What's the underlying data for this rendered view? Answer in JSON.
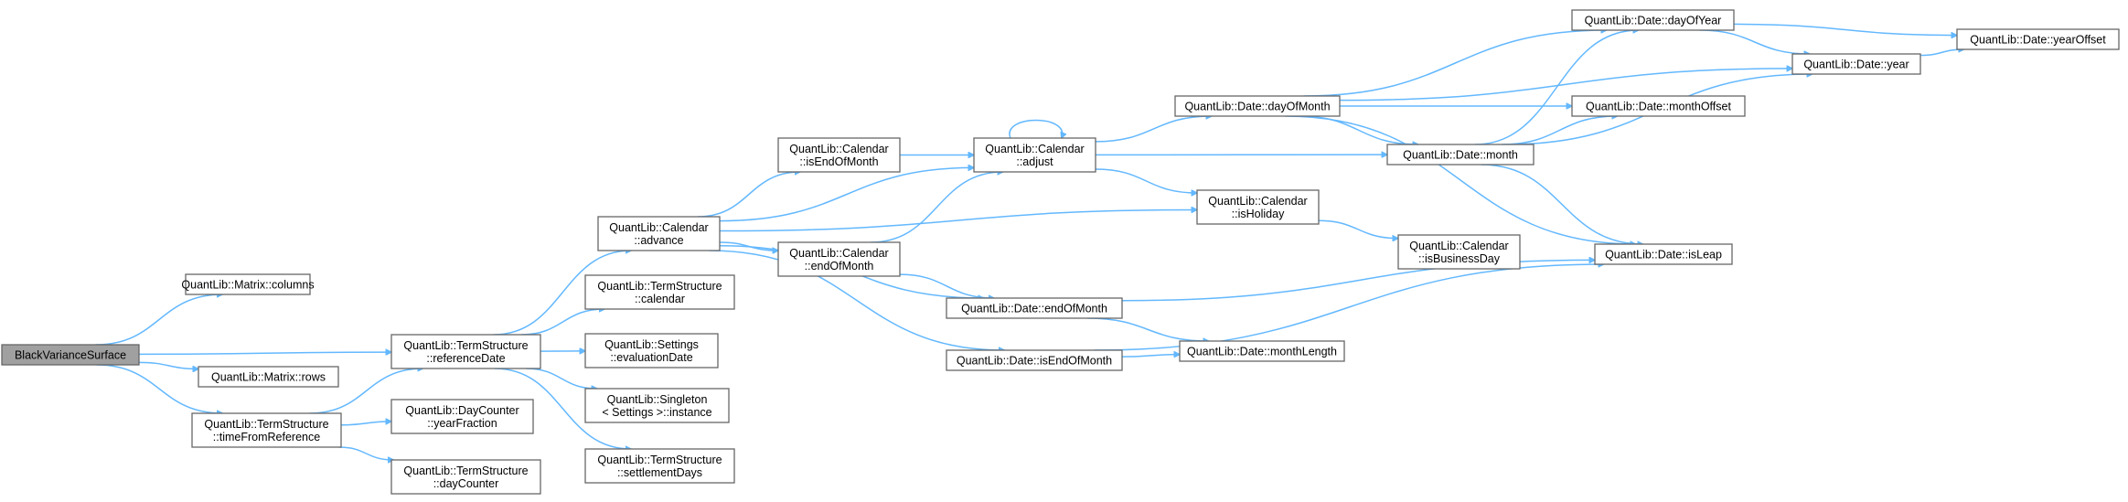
{
  "nodes": {
    "root": [
      "BlackVarianceSurface"
    ],
    "mcols": [
      "QuantLib::Matrix::columns"
    ],
    "mrows": [
      "QuantLib::Matrix::rows"
    ],
    "tsref": [
      "QuantLib::TermStructure",
      "::referenceDate"
    ],
    "tsfrom": [
      "QuantLib::TermStructure",
      "::timeFromReference"
    ],
    "yfrac": [
      "QuantLib::DayCounter",
      "::yearFraction"
    ],
    "dayc": [
      "QuantLib::TermStructure",
      "::dayCounter"
    ],
    "adv": [
      "QuantLib::Calendar",
      "::advance"
    ],
    "tscal": [
      "QuantLib::TermStructure",
      "::calendar"
    ],
    "evald": [
      "QuantLib::Settings",
      "::evaluationDate"
    ],
    "inst": [
      "QuantLib::Singleton",
      "< Settings >::instance"
    ],
    "setd": [
      "QuantLib::TermStructure",
      "::settlementDays"
    ],
    "iseom": [
      "QuantLib::Calendar",
      "::isEndOfMonth"
    ],
    "ceom": [
      "QuantLib::Calendar",
      "::endOfMonth"
    ],
    "adj": [
      "QuantLib::Calendar",
      "::adjust"
    ],
    "deom": [
      "QuantLib::Date::endOfMonth"
    ],
    "disEom": [
      "QuantLib::Date::isEndOfMonth"
    ],
    "dom": [
      "QuantLib::Date::dayOfMonth"
    ],
    "hol": [
      "QuantLib::Calendar",
      "::isHoliday"
    ],
    "mlen": [
      "QuantLib::Date::monthLength"
    ],
    "month": [
      "QuantLib::Date::month"
    ],
    "bday": [
      "QuantLib::Calendar",
      "::isBusinessDay"
    ],
    "doy": [
      "QuantLib::Date::dayOfYear"
    ],
    "moff": [
      "QuantLib::Date::monthOffset"
    ],
    "leap": [
      "QuantLib::Date::isLeap"
    ],
    "year": [
      "QuantLib::Date::year"
    ],
    "yoff": [
      "QuantLib::Date::yearOffset"
    ]
  },
  "edges": [
    [
      "root",
      "mcols"
    ],
    [
      "root",
      "tsref"
    ],
    [
      "root",
      "mrows"
    ],
    [
      "root",
      "tsfrom"
    ],
    [
      "tsfrom",
      "tsref"
    ],
    [
      "tsfrom",
      "yfrac"
    ],
    [
      "tsfrom",
      "dayc"
    ],
    [
      "tsref",
      "adv"
    ],
    [
      "tsref",
      "tscal"
    ],
    [
      "tsref",
      "evald"
    ],
    [
      "tsref",
      "inst"
    ],
    [
      "tsref",
      "setd"
    ],
    [
      "adv",
      "adj"
    ],
    [
      "adv",
      "iseom"
    ],
    [
      "adv",
      "ceom"
    ],
    [
      "adv",
      "hol"
    ],
    [
      "adv",
      "deom"
    ],
    [
      "adv",
      "disEom"
    ],
    [
      "iseom",
      "adj"
    ],
    [
      "ceom",
      "adj"
    ],
    [
      "ceom",
      "deom"
    ],
    [
      "adj",
      "adj"
    ],
    [
      "adj",
      "dom"
    ],
    [
      "adj",
      "hol"
    ],
    [
      "adj",
      "month"
    ],
    [
      "hol",
      "bday"
    ],
    [
      "dom",
      "doy"
    ],
    [
      "dom",
      "year"
    ],
    [
      "dom",
      "moff"
    ],
    [
      "dom",
      "month"
    ],
    [
      "dom",
      "leap"
    ],
    [
      "month",
      "doy"
    ],
    [
      "month",
      "moff"
    ],
    [
      "month",
      "leap"
    ],
    [
      "month",
      "year"
    ],
    [
      "doy",
      "yoff"
    ],
    [
      "doy",
      "year"
    ],
    [
      "year",
      "yoff"
    ],
    [
      "deom",
      "leap"
    ],
    [
      "deom",
      "mlen"
    ],
    [
      "disEom",
      "mlen"
    ],
    [
      "disEom",
      "leap"
    ]
  ]
}
